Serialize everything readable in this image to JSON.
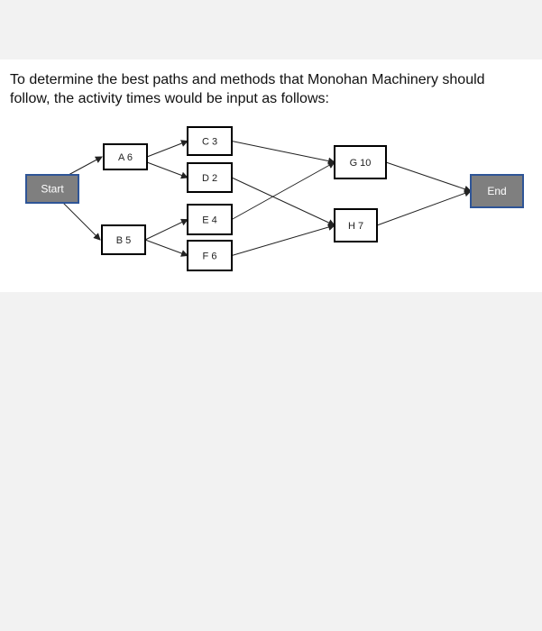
{
  "intro_text": "To determine the best paths and methods that Monohan Machinery should follow, the activity times would be input as follows:",
  "colors": {
    "page_bg": "#f2f2f2",
    "card_bg": "#ffffff",
    "terminal_fill": "#7f7f7f",
    "terminal_border": "#2f5597",
    "activity_border": "#000000"
  },
  "network": {
    "nodes": [
      {
        "id": "start",
        "label": "Start",
        "kind": "terminal"
      },
      {
        "id": "a",
        "label": "A 6",
        "kind": "activity"
      },
      {
        "id": "b",
        "label": "B 5",
        "kind": "activity"
      },
      {
        "id": "c",
        "label": "C 3",
        "kind": "activity"
      },
      {
        "id": "d",
        "label": "D 2",
        "kind": "activity"
      },
      {
        "id": "e",
        "label": "E 4",
        "kind": "activity"
      },
      {
        "id": "f",
        "label": "F 6",
        "kind": "activity"
      },
      {
        "id": "g",
        "label": "G 10",
        "kind": "activity"
      },
      {
        "id": "h",
        "label": "H 7",
        "kind": "activity"
      },
      {
        "id": "end",
        "label": "End",
        "kind": "terminal"
      }
    ],
    "edges": [
      {
        "from": "start",
        "to": "a"
      },
      {
        "from": "start",
        "to": "b"
      },
      {
        "from": "a",
        "to": "c"
      },
      {
        "from": "a",
        "to": "d"
      },
      {
        "from": "b",
        "to": "e"
      },
      {
        "from": "b",
        "to": "f"
      },
      {
        "from": "c",
        "to": "g"
      },
      {
        "from": "d",
        "to": "h"
      },
      {
        "from": "e",
        "to": "g"
      },
      {
        "from": "f",
        "to": "h"
      },
      {
        "from": "g",
        "to": "end"
      },
      {
        "from": "h",
        "to": "end"
      }
    ]
  }
}
